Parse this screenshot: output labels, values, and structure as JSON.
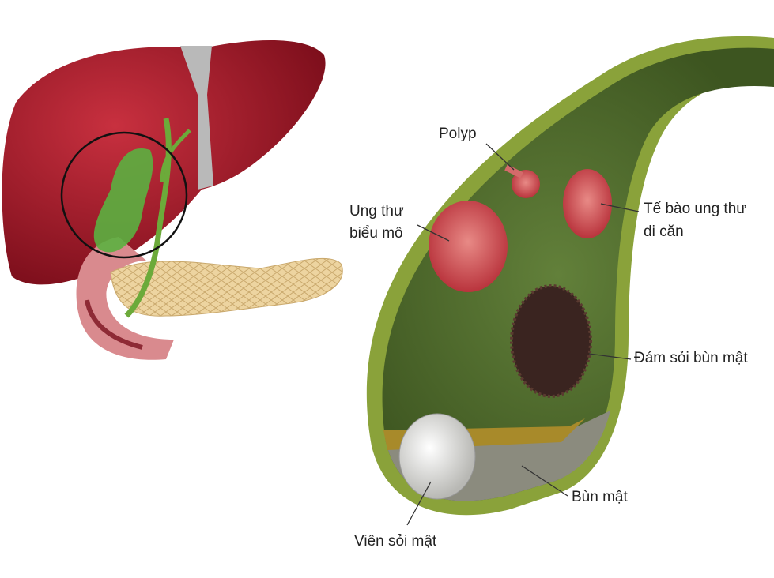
{
  "labels": {
    "polyp": "Polyp",
    "carcinoma_line1": "Ung thư",
    "carcinoma_line2": "biểu mô",
    "metastatic_line1": "Tế bào ung thư",
    "metastatic_line2": "di căn",
    "sludge_ball": "Đám sỏi bùn mật",
    "sludge": "Bùn mật",
    "gallstone": "Viên sỏi mật"
  },
  "colors": {
    "liver": "#a3172a",
    "gallbladder_wall": "#8aa23a",
    "gallbladder_inner": "#4e6a2a",
    "pancreas": "#e9cf98",
    "duodenum": "#d98a8e",
    "tumor": "#c8444c",
    "sludge_ball": "#3a2420",
    "stone": "#e8e8e4"
  }
}
